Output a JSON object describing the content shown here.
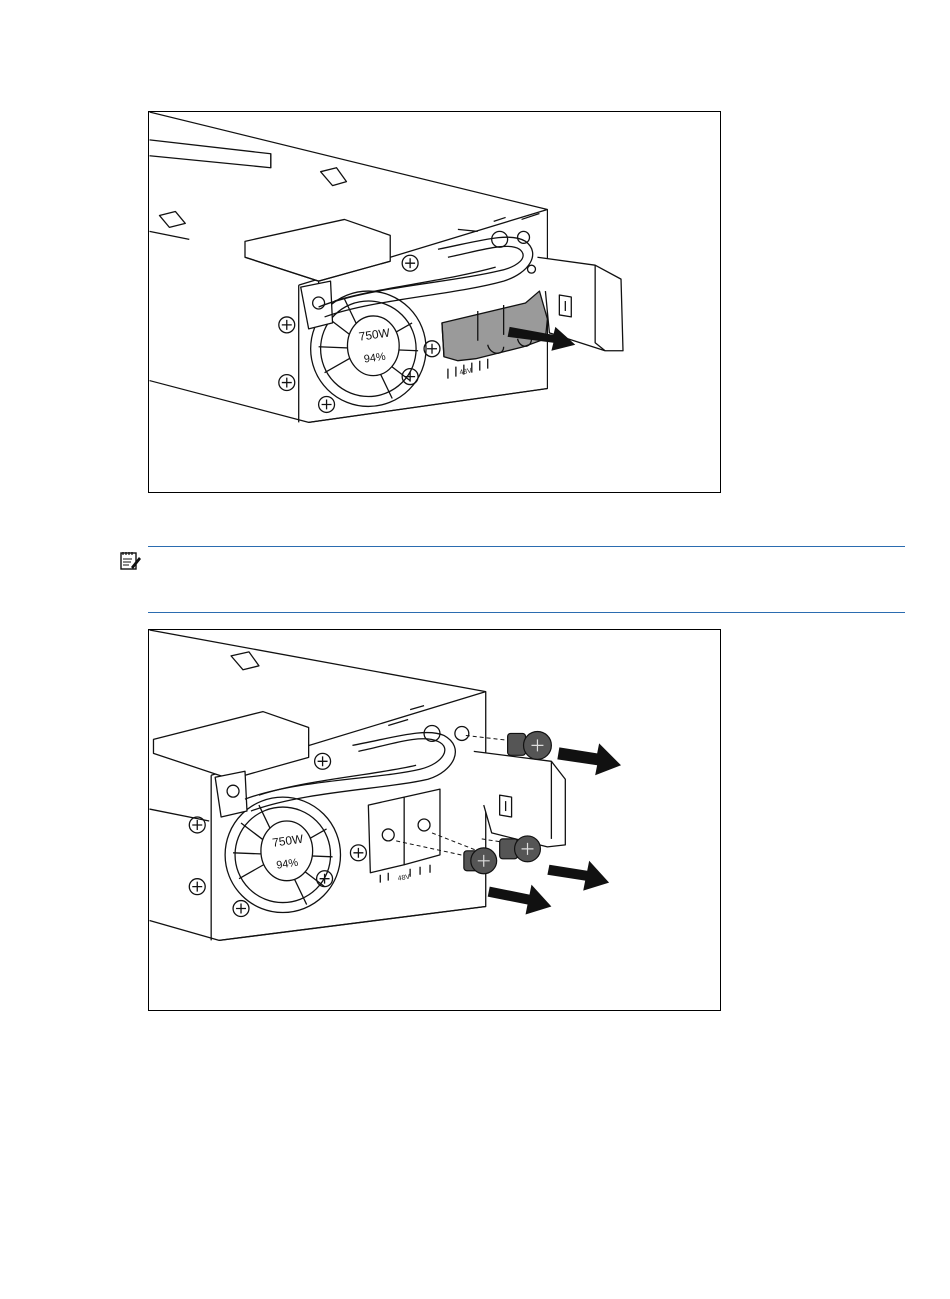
{
  "figure1": {
    "fan_label_watts": "750W",
    "fan_label_efficiency": "94%",
    "connector_label": "48V"
  },
  "note": {
    "icon": "note-icon"
  },
  "figure2": {
    "fan_label_watts": "750W",
    "fan_label_efficiency": "94%",
    "connector_label": "48V"
  }
}
